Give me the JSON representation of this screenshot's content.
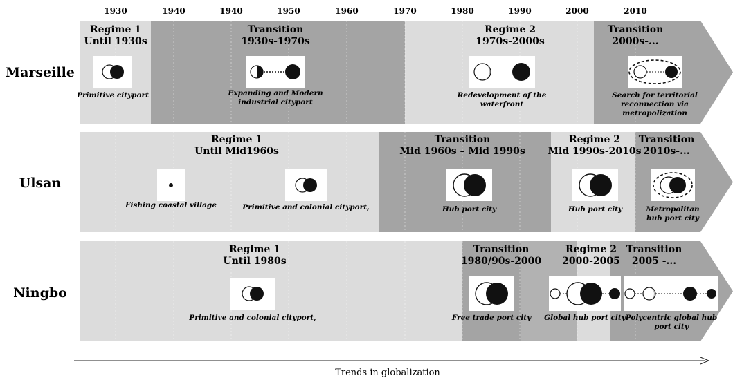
{
  "years": [
    "1930",
    "1940",
    "1940",
    "1950",
    "1960",
    "1970",
    "1980",
    "1990",
    "2000",
    "2010"
  ],
  "footer": "Trends in globalization",
  "colors": {
    "light": "#dcdcdc",
    "dark": "#a4a4a4",
    "mid": "#bebebe",
    "arrow": "#a8a8a8"
  },
  "rows": [
    {
      "city": "Marseille",
      "segments": [
        {
          "shade": "light",
          "title": "Regime 1",
          "period": "Until 1930s"
        },
        {
          "shade": "dark",
          "title": "Transition",
          "period": "1930s-1970s"
        },
        {
          "shade": "light",
          "title": "Regime 2",
          "period": "1970s-2000s"
        },
        {
          "shade": "dark",
          "title": "Transition",
          "period": "2000s-..."
        }
      ],
      "icons": [
        {
          "type": "overlap-small",
          "caption": [
            "Primitive cityport"
          ]
        },
        {
          "type": "dotted-link",
          "caption": [
            "Expanding and Modern",
            "industrial cityport"
          ]
        },
        {
          "type": "separated",
          "caption": [
            "Redevelopment of the",
            "waterfront"
          ]
        },
        {
          "type": "metro-ellipse",
          "caption": [
            "Search for territorial",
            "reconnection via",
            "metropolization"
          ]
        }
      ]
    },
    {
      "city": "Ulsan",
      "segments": [
        {
          "shade": "light",
          "title": "Regime 1",
          "period": "Until Mid1960s"
        },
        {
          "shade": "dark",
          "title": "Transition",
          "period": "Mid 1960s – Mid 1990s"
        },
        {
          "shade": "light",
          "title": "Regime 2",
          "period": "Mid 1990s-2010s"
        },
        {
          "shade": "dark",
          "title": "Transition",
          "period": "2010s-..."
        }
      ],
      "icons": [
        {
          "type": "dot",
          "caption": [
            "Fishing coastal village"
          ]
        },
        {
          "type": "overlap-small",
          "caption": [
            "Primitive and colonial cityport,"
          ]
        },
        {
          "type": "overlap-large",
          "caption": [
            "Hub port city"
          ]
        },
        {
          "type": "overlap-large",
          "caption": [
            "Hub port city"
          ]
        },
        {
          "type": "overlap-ellipse",
          "caption": [
            "Metropolitan",
            "hub port city"
          ]
        }
      ]
    },
    {
      "city": "Ningbo",
      "segments": [
        {
          "shade": "light",
          "title": "Regime 1",
          "period": "Until 1980s"
        },
        {
          "shade": "dark",
          "title": "Transition",
          "period": "1980/90s-2000"
        },
        {
          "shade": "light",
          "title": "Regime 2",
          "period": "2000-2005"
        },
        {
          "shade": "dark",
          "title": "Transition",
          "period": "2005 -..."
        }
      ],
      "icons": [
        {
          "type": "overlap-small",
          "caption": [
            "Primitive and colonial cityport,"
          ]
        },
        {
          "type": "overlap-large",
          "caption": [
            "Free trade port city"
          ]
        },
        {
          "type": "global-hub",
          "caption": [
            "Global  hub port city"
          ]
        },
        {
          "type": "polycentric",
          "caption": [
            "Polycentric global  hub",
            "port city"
          ]
        }
      ]
    }
  ]
}
